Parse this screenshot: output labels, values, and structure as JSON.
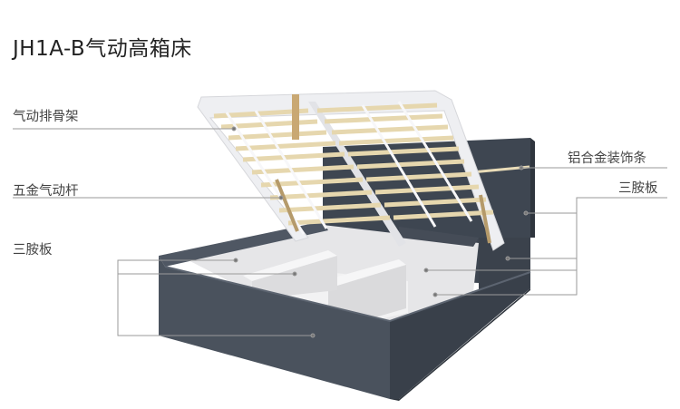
{
  "title": "JH1A-B气动高箱床",
  "labels": {
    "left": [
      "气动排骨架",
      "五金气动杆",
      "三胺板"
    ],
    "right": [
      "铝合金装饰条",
      "三胺板"
    ]
  },
  "colors": {
    "panel": "#4a525d",
    "panel_dark": "#383f49",
    "frame": "#ecedf0",
    "slat": "#e9dcb8",
    "leader": "#9a9a9a",
    "interior": "#e8e8ea"
  }
}
